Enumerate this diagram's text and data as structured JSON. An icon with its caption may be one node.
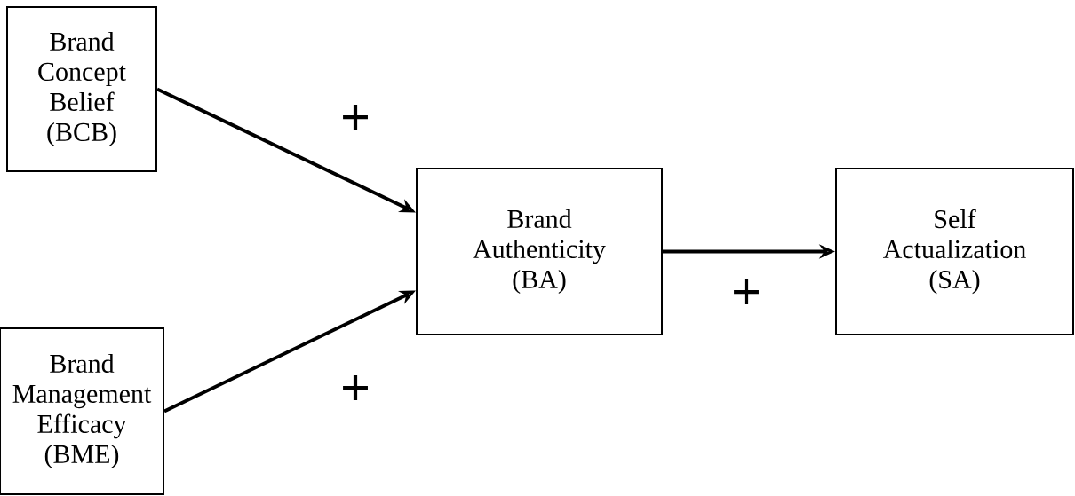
{
  "diagram": {
    "nodes": [
      {
        "text": [
          "Brand Concept Belief (BCB)"
        ]
      },
      {
        "text": [
          "Brand Management Efficacy (BME)"
        ]
      },
      {
        "text": [
          "Brand Authenticity (BA)"
        ]
      },
      {
        "text": [
          "Self Actualization (SA)"
        ]
      }
    ],
    "edges": [
      {
        "from": 0,
        "to": 2,
        "arrow": "to",
        "label": "+"
      },
      {
        "from": 1,
        "to": 2,
        "arrow": "to",
        "label": "+"
      },
      {
        "from": 2,
        "to": 3,
        "arrow": "to",
        "label": "+"
      }
    ]
  }
}
